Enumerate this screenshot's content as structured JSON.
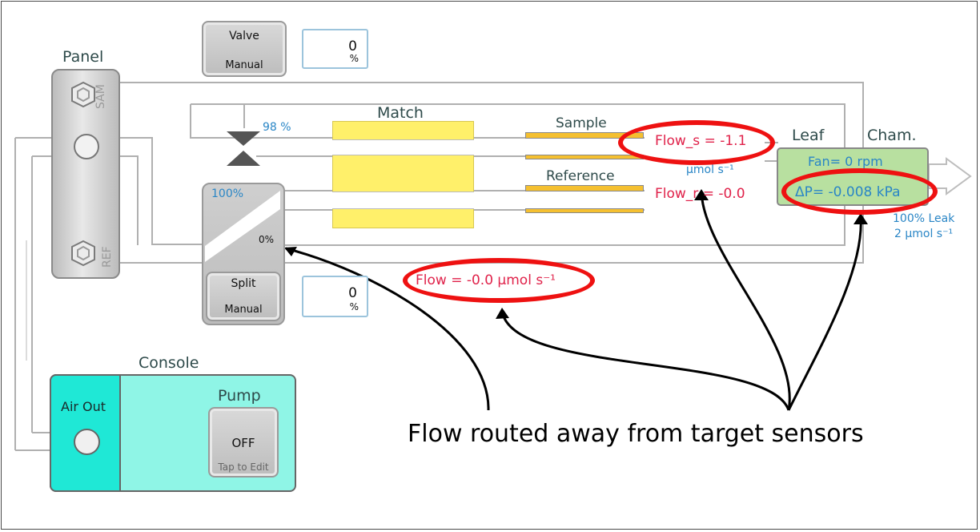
{
  "panel": {
    "title": "Panel",
    "sam_label": "SAM",
    "ref_label": "REF"
  },
  "valve": {
    "title": "Valve",
    "mode": "Manual",
    "value": "0",
    "unit": "%",
    "percent": "98 %"
  },
  "match": {
    "title": "Match"
  },
  "sample": {
    "title": "Sample",
    "flow": "Flow_s = -1.1",
    "unit": "µmol s⁻¹"
  },
  "reference": {
    "title": "Reference",
    "flow": "Flow_r = -0.0"
  },
  "leaf_chamber": {
    "leaf_label": "Leaf",
    "cham_label": "Cham.",
    "fan": "Fan= 0 rpm",
    "delta_p": "ΔP= -0.008 kPa",
    "leak": "100% Leak",
    "leak_flow": "2 µmol s⁻¹"
  },
  "split": {
    "title": "Split",
    "mode": "Manual",
    "value": "0",
    "unit": "%",
    "top_percent": "100%",
    "bottom_percent": "0%"
  },
  "flow_total": "Flow = -0.0 µmol s⁻¹",
  "console": {
    "title": "Console",
    "air_out": "Air Out",
    "pump_title": "Pump",
    "pump_state": "OFF",
    "pump_hint": "Tap to Edit"
  },
  "annotation": "Flow routed away from target sensors",
  "colors": {
    "highlight": "#ee1111",
    "flow_text": "#e0224a",
    "info_text": "#2a86c6",
    "match_block": "#fff06a",
    "console_bg": "#8ff5e6",
    "air_out_bg": "#1fe8d6",
    "leaf_bg": "#b8e0a0"
  }
}
